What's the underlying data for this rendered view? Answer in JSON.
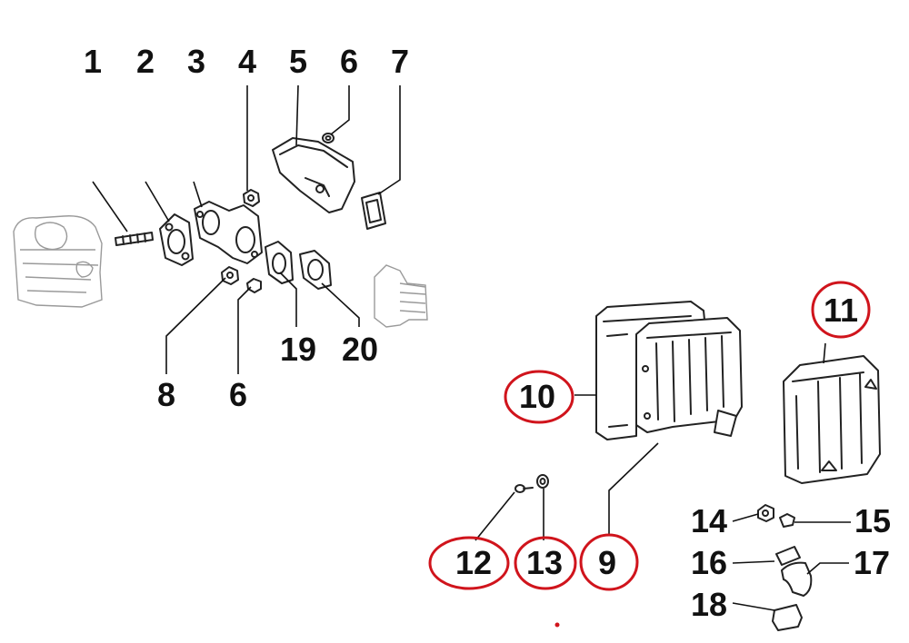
{
  "diagram": {
    "labels": {
      "p1": "1",
      "p2": "2",
      "p3": "3",
      "p4": "4",
      "p5": "5",
      "p6a": "6",
      "p7": "7",
      "p8": "8",
      "p6b": "6",
      "p19": "19",
      "p20": "20",
      "p10": "10",
      "p11": "11",
      "p9": "9",
      "p12": "12",
      "p13": "13",
      "p14": "14",
      "p15": "15",
      "p16": "16",
      "p17": "17",
      "p18": "18"
    },
    "highlight_color": "#d0141c",
    "highlighted_parts": [
      "10",
      "11",
      "12",
      "13",
      "9"
    ]
  }
}
